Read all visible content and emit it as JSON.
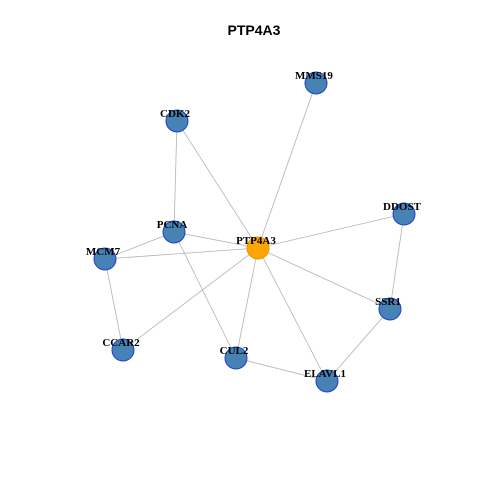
{
  "title": "PTP4A3",
  "colors": {
    "hub_fill": "#FFA500",
    "hub_stroke": "#E69500",
    "node_fill": "#4682B4",
    "node_stroke": "#1f3fd0",
    "edge": "#b3b3b3"
  },
  "nodes": [
    {
      "id": "PTP4A3",
      "label": "PTP4A3",
      "hub": true
    },
    {
      "id": "MMS19",
      "label": "MMS19"
    },
    {
      "id": "CDK2",
      "label": "CDK2"
    },
    {
      "id": "DDOST",
      "label": "DDOST"
    },
    {
      "id": "PCNA",
      "label": "PCNA"
    },
    {
      "id": "MCM7",
      "label": "MCM7"
    },
    {
      "id": "SSR1",
      "label": "SSR1"
    },
    {
      "id": "CCAR2",
      "label": "CCAR2"
    },
    {
      "id": "CUL2",
      "label": "CUL2"
    },
    {
      "id": "ELAVL1",
      "label": "ELAVL1"
    }
  ],
  "edges": [
    [
      "PTP4A3",
      "MMS19"
    ],
    [
      "PTP4A3",
      "CDK2"
    ],
    [
      "PTP4A3",
      "DDOST"
    ],
    [
      "PTP4A3",
      "PCNA"
    ],
    [
      "PTP4A3",
      "MCM7"
    ],
    [
      "PTP4A3",
      "SSR1"
    ],
    [
      "PTP4A3",
      "CCAR2"
    ],
    [
      "PTP4A3",
      "CUL2"
    ],
    [
      "PTP4A3",
      "ELAVL1"
    ],
    [
      "CDK2",
      "PCNA"
    ],
    [
      "PCNA",
      "MCM7"
    ],
    [
      "PCNA",
      "CUL2"
    ],
    [
      "MCM7",
      "CCAR2"
    ],
    [
      "DDOST",
      "SSR1"
    ],
    [
      "SSR1",
      "ELAVL1"
    ],
    [
      "CUL2",
      "ELAVL1"
    ]
  ]
}
